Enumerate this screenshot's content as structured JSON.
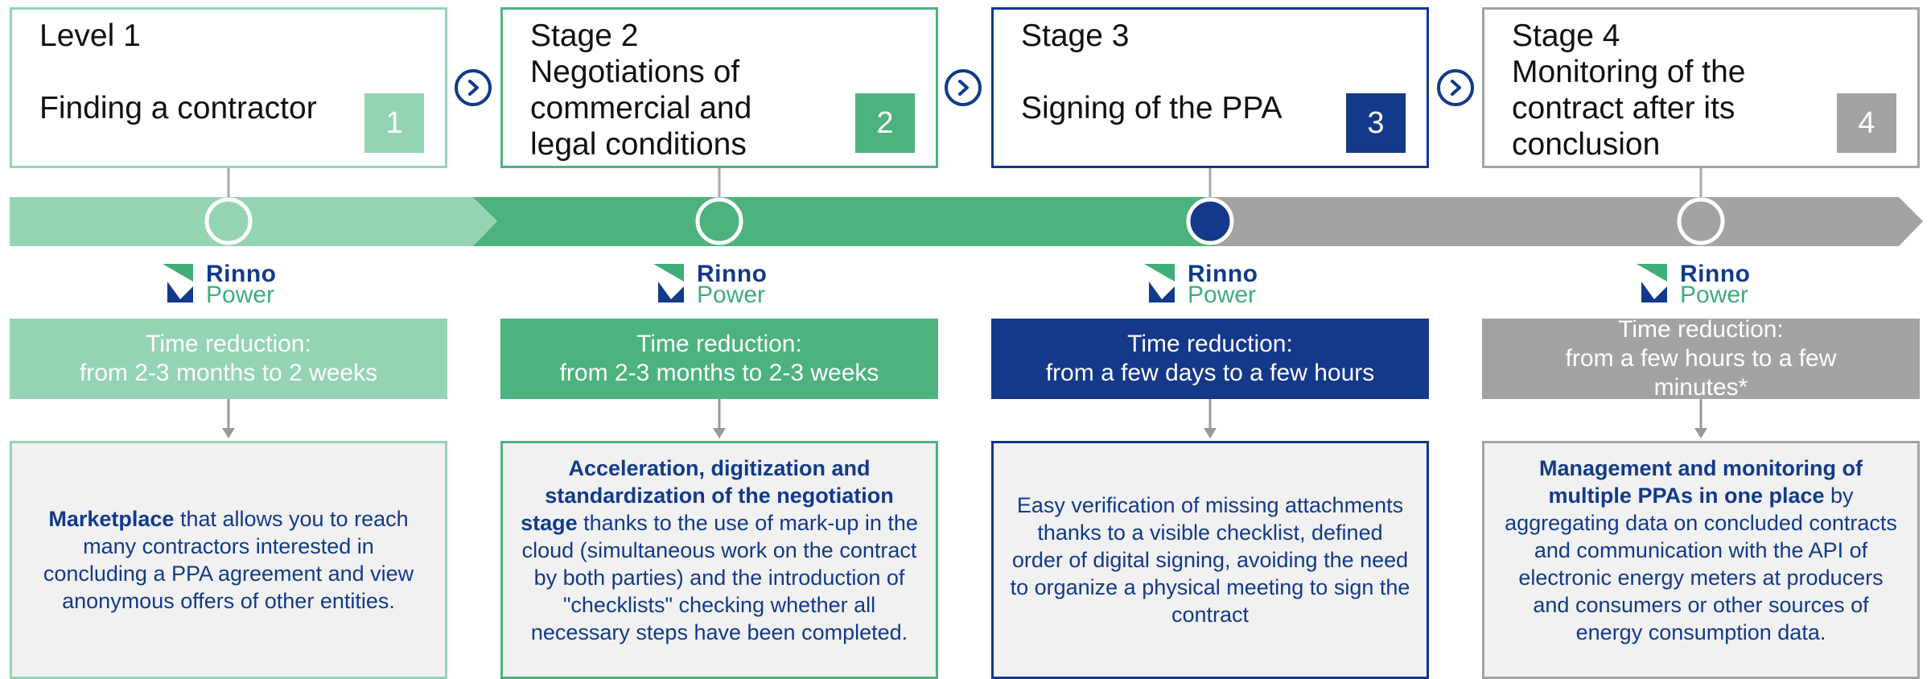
{
  "colors": {
    "stage1": "#95d4b3",
    "stage2": "#4db37e",
    "stage3": "#14388a",
    "stage4": "#a3a3a3",
    "text_blue": "#123a8a",
    "logo_green": "#3fae79",
    "desc_bg": "#f1f1f1"
  },
  "stages": [
    {
      "title": "Level 1\n\nFinding a contractor",
      "number": "1",
      "logo_line1": "Rinno",
      "logo_line2": "Power",
      "time_reduction": "Time reduction:\nfrom 2-3 months to 2 weeks",
      "desc_bold": "Marketplace",
      "desc_rest": " that allows you to reach many contractors interested in concluding a PPA agreement and view anonymous offers of other entities."
    },
    {
      "title": "Stage 2\nNegotiations of\ncommercial and\nlegal conditions",
      "number": "2",
      "logo_line1": "Rinno",
      "logo_line2": "Power",
      "time_reduction": "Time reduction:\nfrom 2-3 months to 2-3 weeks",
      "desc_bold": "Acceleration, digitization and standardization of the negotiation stage",
      "desc_rest": " thanks to the use of mark-up in the cloud (simultaneous work on the contract by both parties) and the introduction of \"checklists\" checking whether all necessary steps have been completed."
    },
    {
      "title": "Stage 3\n\nSigning of the PPA",
      "number": "3",
      "logo_line1": "Rinno",
      "logo_line2": "Power",
      "time_reduction": "Time reduction:\nfrom a few days to a few hours",
      "desc_bold": "",
      "desc_rest": "Easy verification of missing attachments thanks to a visible checklist, defined order of digital signing, avoiding the need to organize a physical meeting to sign the contract"
    },
    {
      "title": "Stage 4\nMonitoring of the\ncontract after its\nconclusion",
      "number": "4",
      "logo_line1": "Rinno",
      "logo_line2": "Power",
      "time_reduction": "Time reduction:\nfrom a few hours to a few\nminutes*",
      "desc_bold": "Management and monitoring of multiple PPAs in one place",
      "desc_rest": " by aggregating data on concluded contracts and communication with the API of electronic energy meters at producers and consumers or other sources of energy consumption data."
    }
  ],
  "connector_icon": "chevron-right-circle-icon"
}
